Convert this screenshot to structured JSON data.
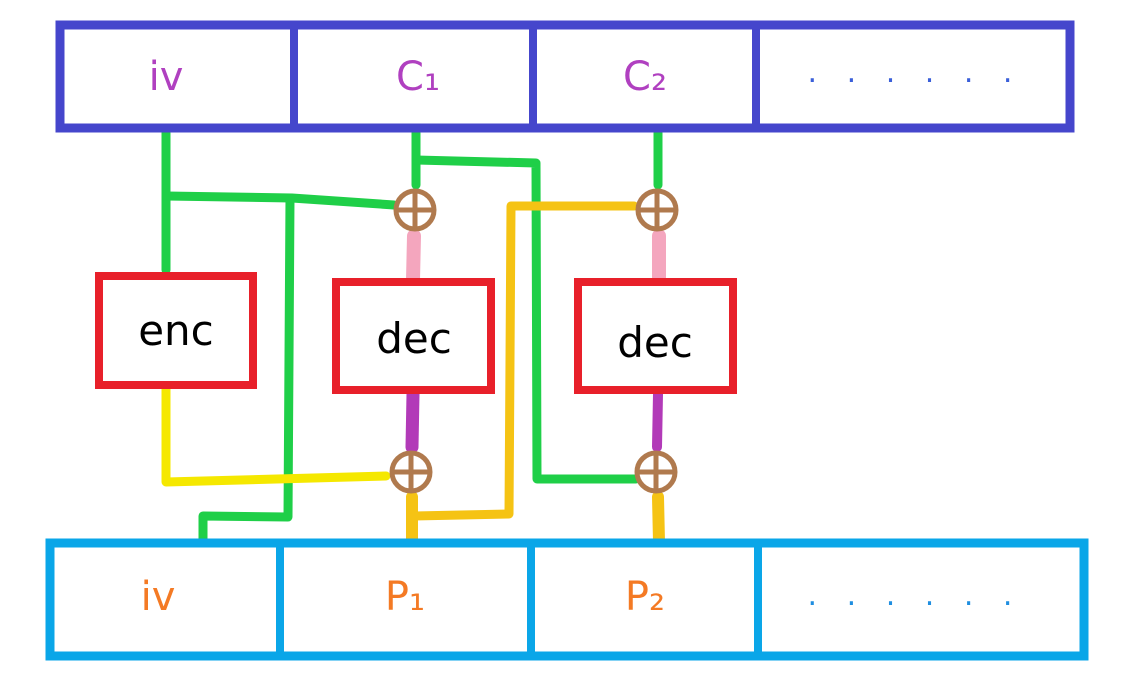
{
  "ciphertext_row": {
    "cells": [
      "iv",
      "C₁",
      "C₂",
      ". . . . . ."
    ],
    "border_color": "#4546cc",
    "text_color": "#b040c0",
    "dots_color": "#3a5fd9"
  },
  "plaintext_row": {
    "cells": [
      "iv",
      "P₁",
      "P₂",
      ". . . . . ."
    ],
    "border_color": "#0aa6e8",
    "text_color": "#f47a24",
    "dots_color": "#1f8ee0"
  },
  "blocks": {
    "encrypt_label": "enc",
    "decrypt_1_label": "dec",
    "decrypt_2_label": "dec",
    "border_color": "#e8202a"
  },
  "xor": {
    "symbol": "⊕",
    "color": "#b07a4e"
  },
  "wire_colors": {
    "green": "#1fcf48",
    "yellow": "#f5e800",
    "orange": "#f5c314",
    "pink": "#f4a6be",
    "purple": "#b23ab8"
  }
}
